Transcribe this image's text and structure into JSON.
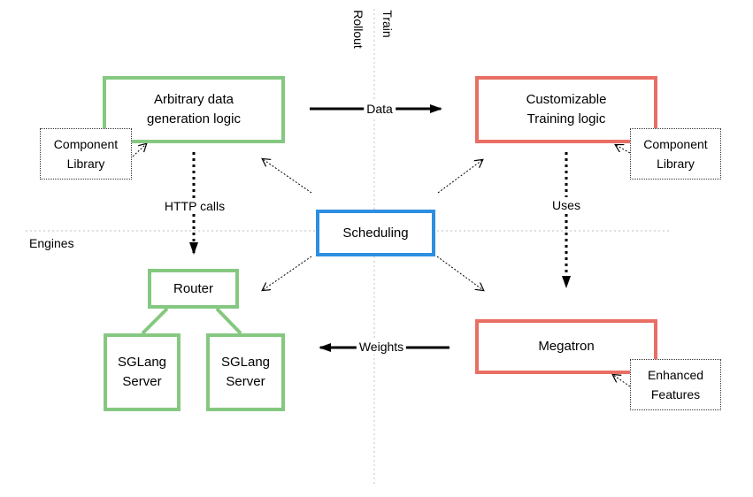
{
  "colors": {
    "green": "#85c880",
    "red": "#e96e63",
    "blue": "#2d8ee2",
    "guide": "#d4d4d4",
    "line": "#000000"
  },
  "axes": {
    "rollout": "Rollout",
    "train": "Train",
    "engines": "Engines"
  },
  "nodes": {
    "data_gen": {
      "line1": "Arbitrary data",
      "line2": "generation logic"
    },
    "training": {
      "line1": "Customizable",
      "line2": "Training logic"
    },
    "scheduling": {
      "label": "Scheduling"
    },
    "router": {
      "label": "Router"
    },
    "sglang1": {
      "line1": "SGLang",
      "line2": "Server"
    },
    "sglang2": {
      "line1": "SGLang",
      "line2": "Server"
    },
    "megatron": {
      "label": "Megatron"
    },
    "component_lib_left": {
      "line1": "Component",
      "line2": "Library"
    },
    "component_lib_right": {
      "line1": "Component",
      "line2": "Library"
    },
    "enhanced_features": {
      "line1": "Enhanced",
      "line2": "Features"
    }
  },
  "edges": {
    "data": "Data",
    "http_calls": "HTTP calls",
    "uses": "Uses",
    "weights": "Weights"
  }
}
